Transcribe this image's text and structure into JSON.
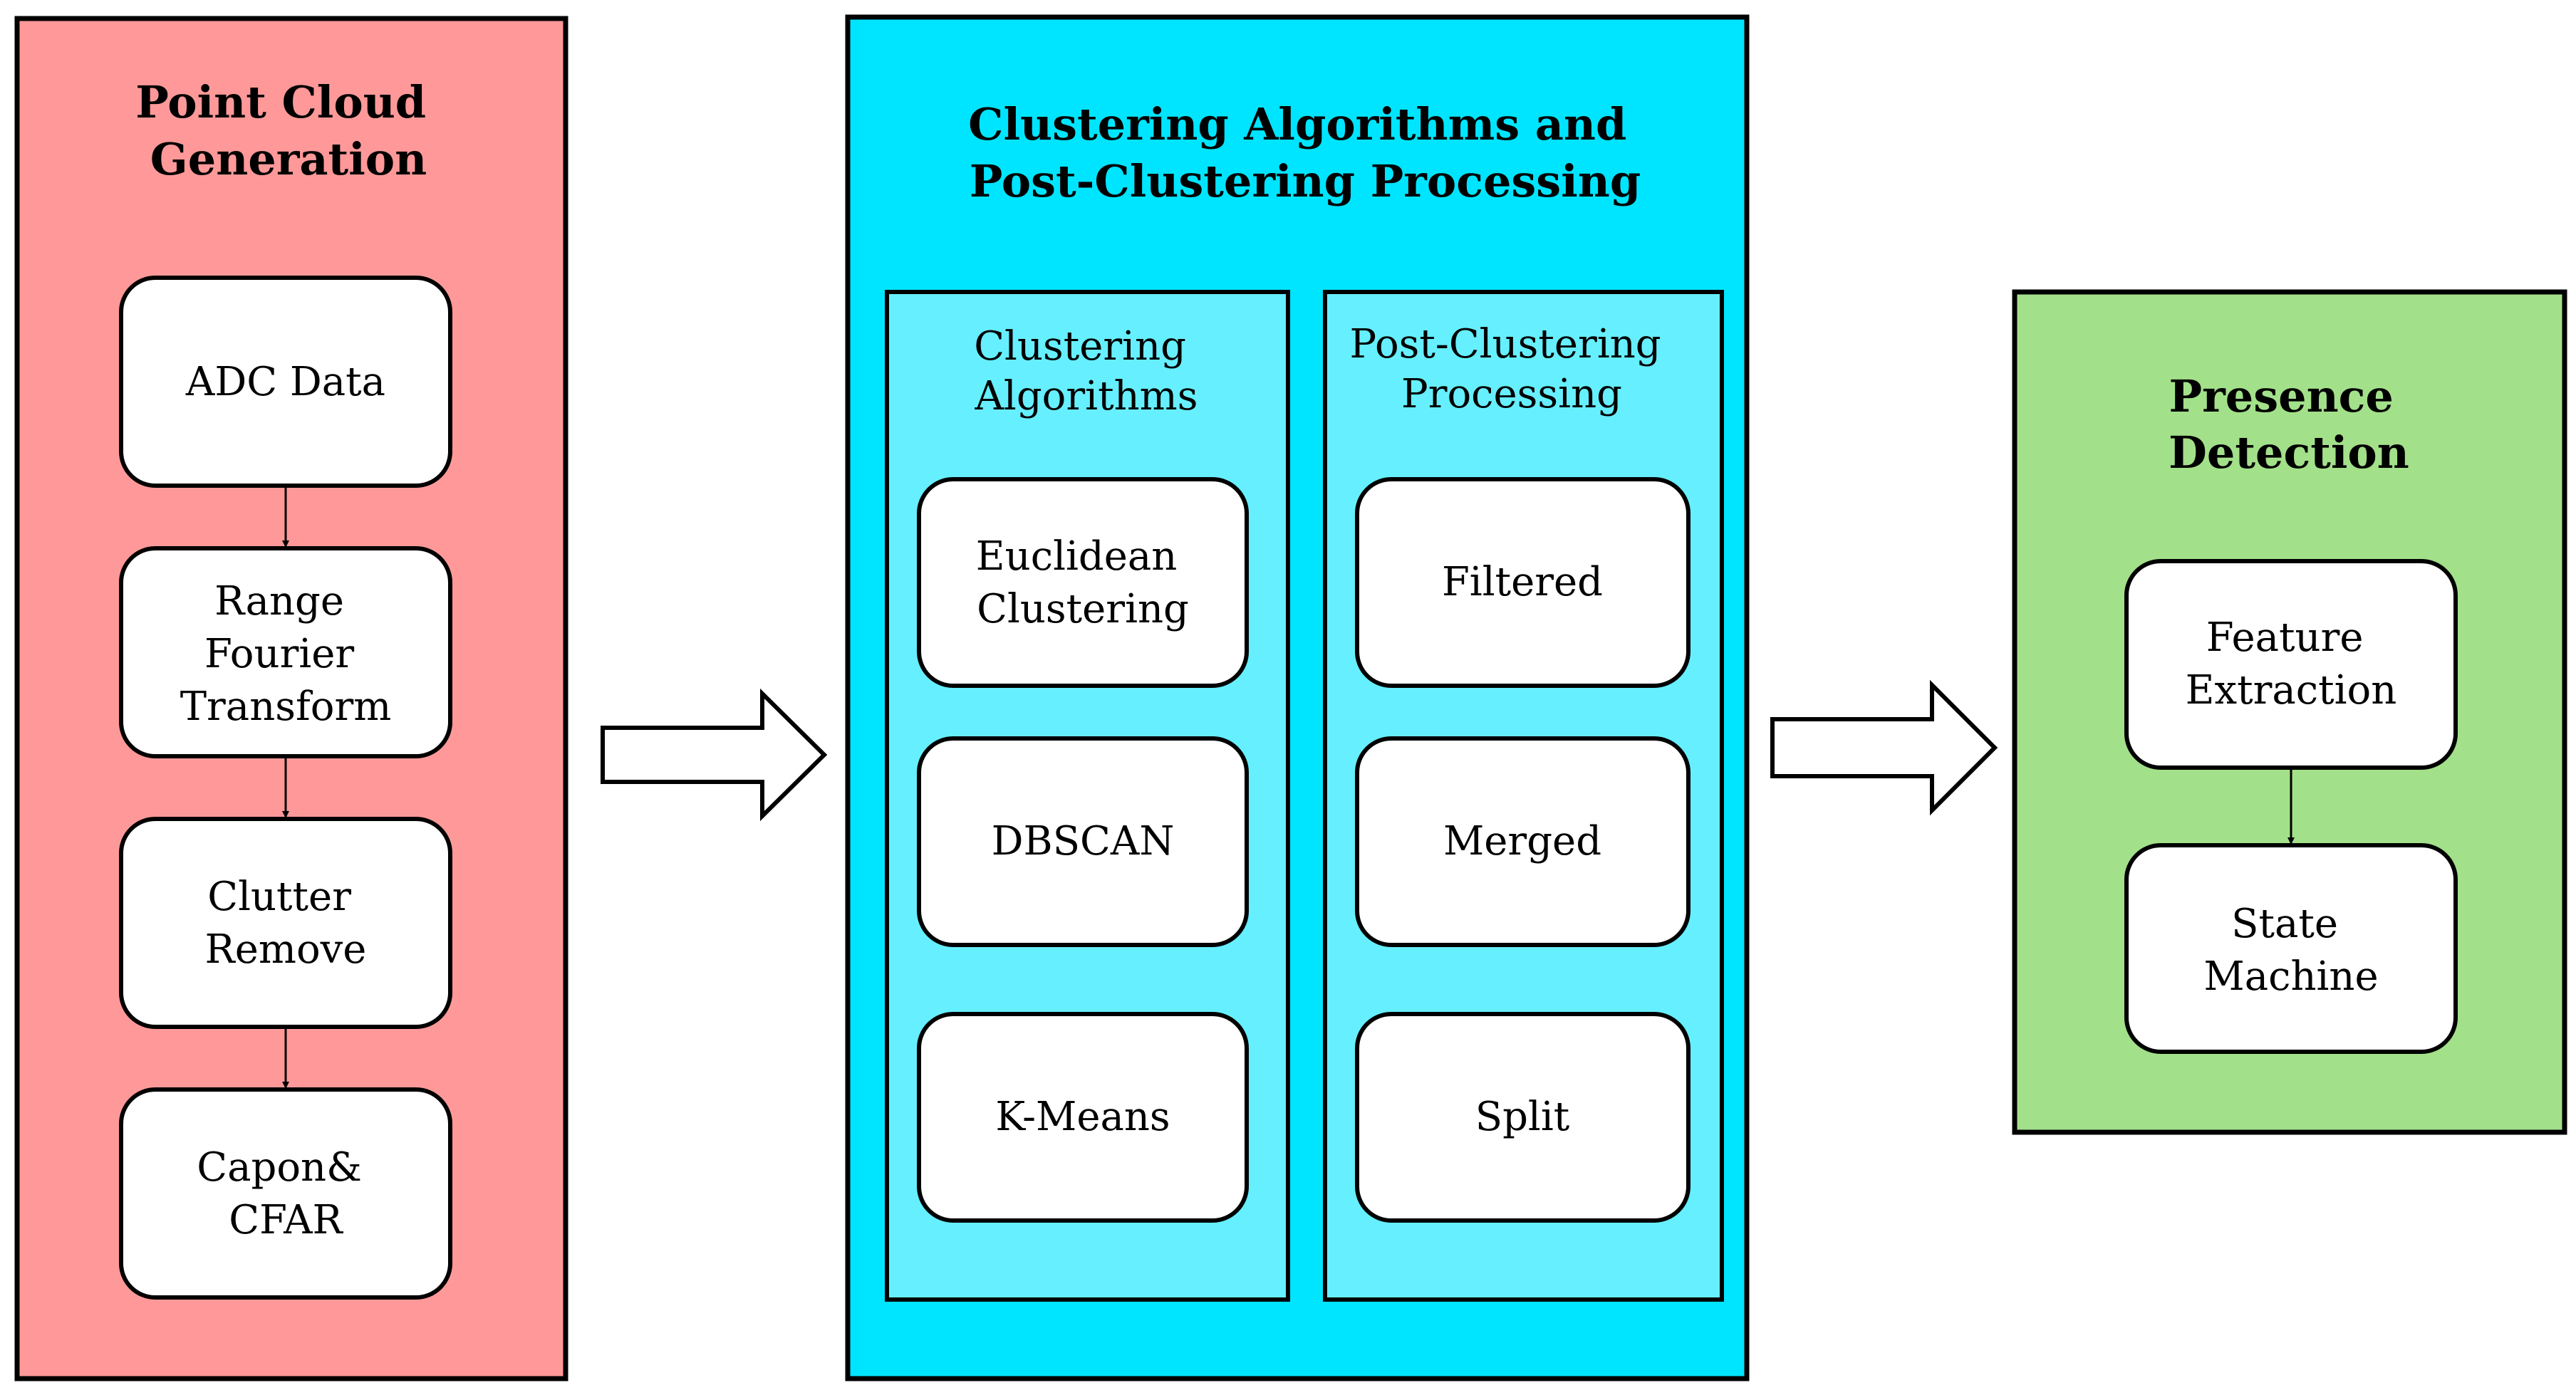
{
  "colors": {
    "left_panel": "#ff9999",
    "middle_panel": "#00e5ff",
    "inner_panel": "#66efff",
    "right_panel": "#a3e08a",
    "node_fill": "#ffffff",
    "stroke": "#000000"
  },
  "panels": {
    "point_cloud": {
      "title": [
        "Point Cloud",
        "Generation"
      ],
      "nodes": [
        [
          "ADC Data"
        ],
        [
          "Range",
          "Fourier",
          "Transform"
        ],
        [
          "Clutter",
          "Remove"
        ],
        [
          "Capon&",
          "CFAR"
        ]
      ]
    },
    "clustering": {
      "title": [
        "Clustering Algorithms and",
        "Post-Clustering Processing"
      ],
      "algorithms": {
        "title": [
          "Clustering",
          "Algorithms"
        ],
        "nodes": [
          [
            "Euclidean",
            "Clustering"
          ],
          [
            "DBSCAN"
          ],
          [
            "K-Means"
          ]
        ]
      },
      "post_processing": {
        "title": [
          "Post-Clustering",
          "Processing"
        ],
        "nodes": [
          [
            "Filtered"
          ],
          [
            "Merged"
          ],
          [
            "Split"
          ]
        ]
      }
    },
    "presence": {
      "title": [
        "Presence",
        "Detection"
      ],
      "nodes": [
        [
          "Feature",
          "Extraction"
        ],
        [
          "State",
          "Machine"
        ]
      ]
    }
  }
}
